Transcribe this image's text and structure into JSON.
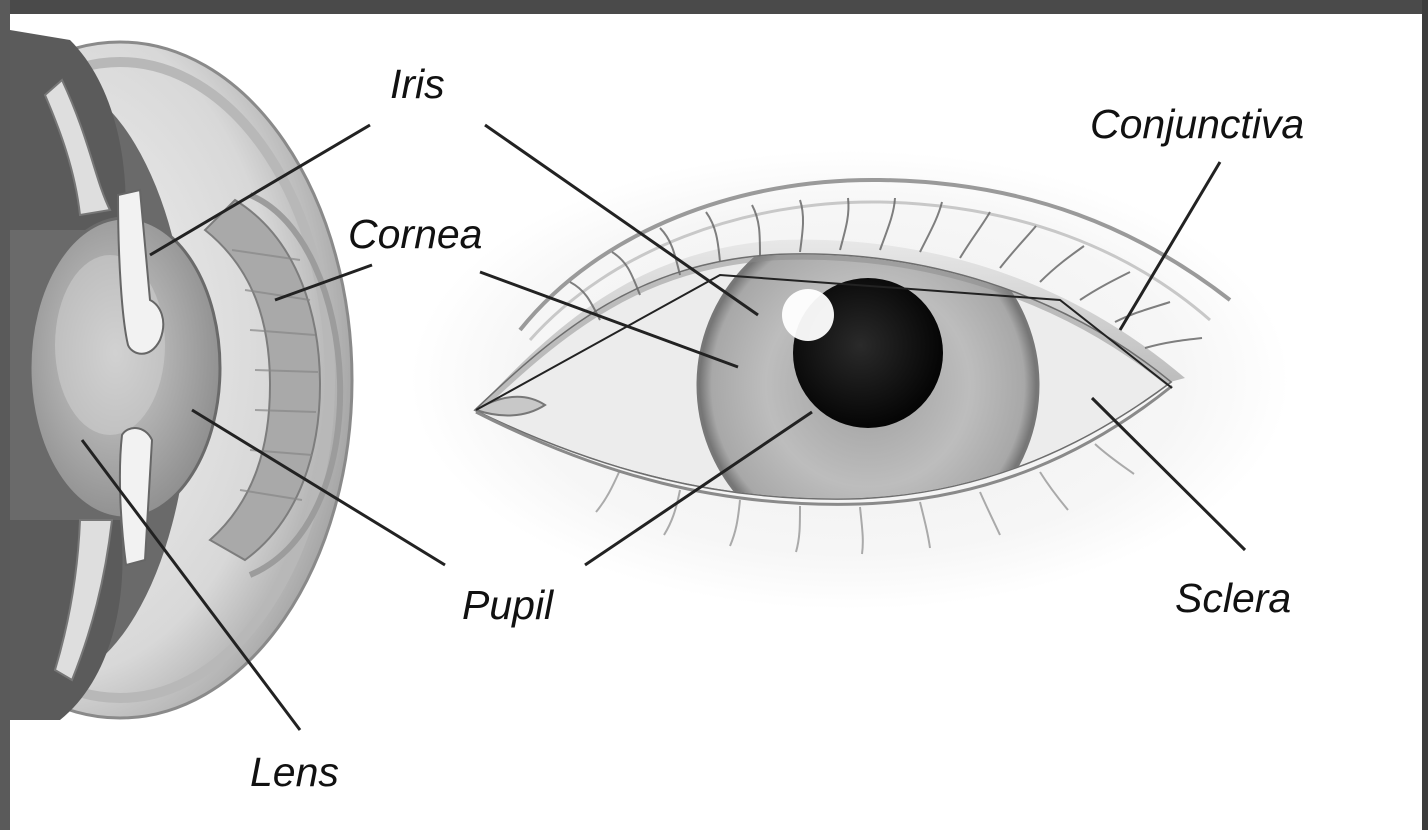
{
  "labels": {
    "iris": "Iris",
    "cornea": "Cornea",
    "conjunctiva": "Conjunctiva",
    "pupil": "Pupil",
    "sclera": "Sclera",
    "lens": "Lens"
  }
}
